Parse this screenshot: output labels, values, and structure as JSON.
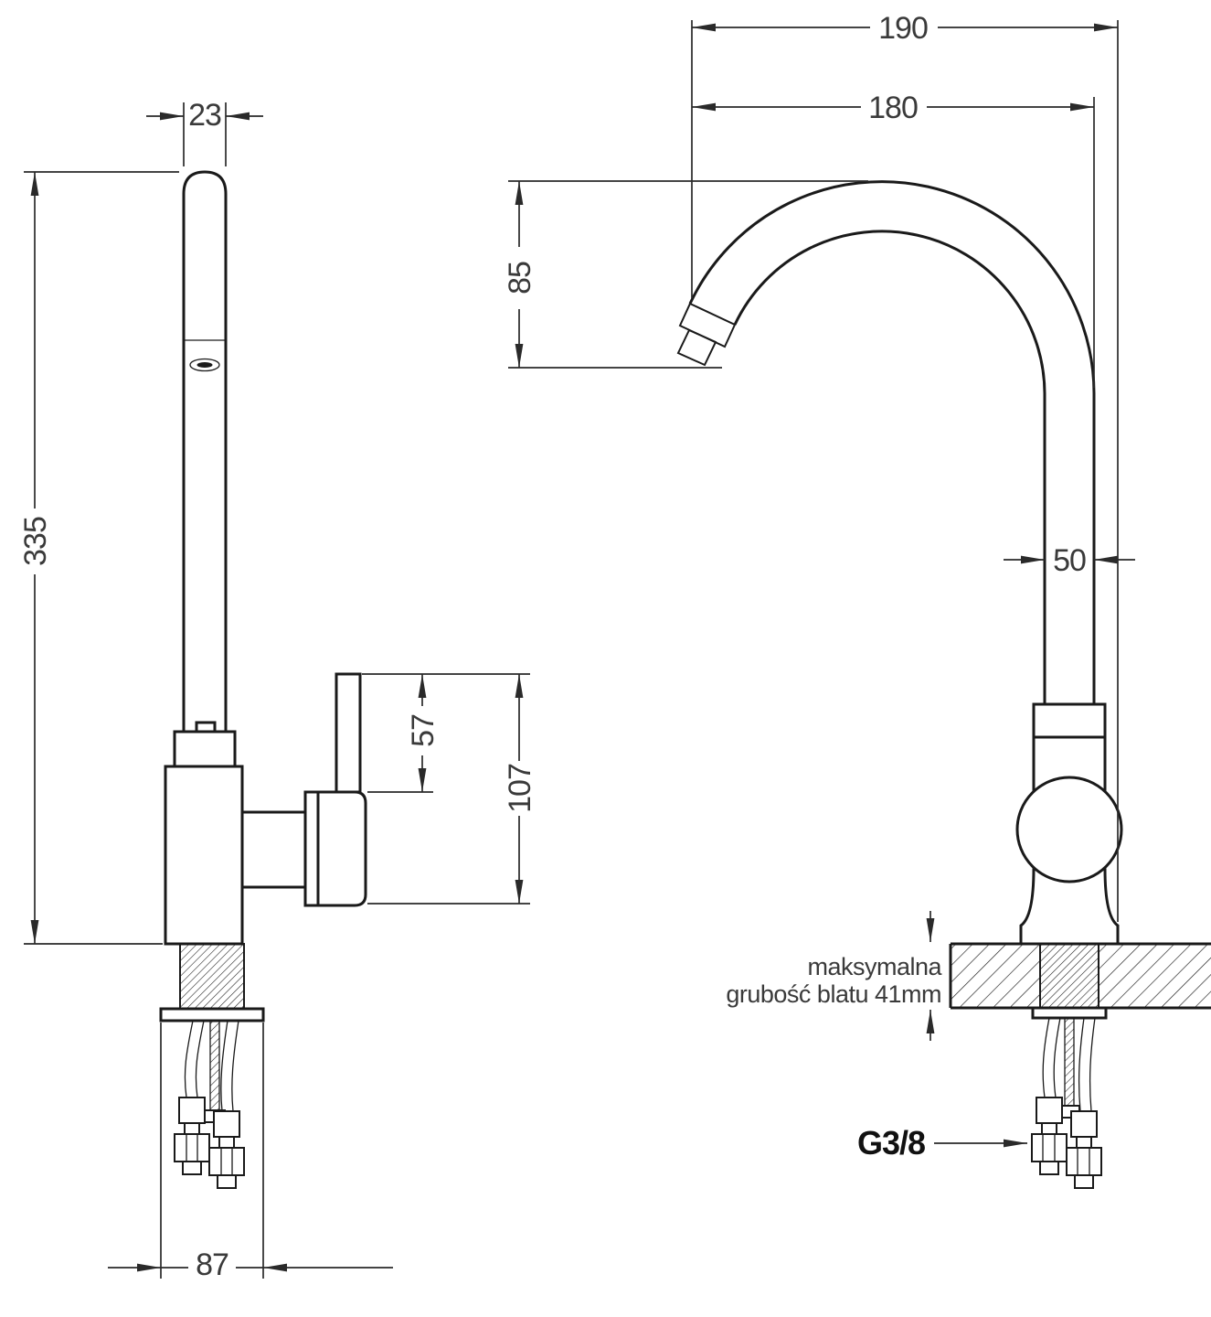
{
  "left_view": {
    "dim_pipe_width": "23",
    "dim_total_height": "335",
    "dim_lever_height": "57",
    "dim_handle_height": "107",
    "dim_base_width": "87"
  },
  "right_view": {
    "dim_overall_width": "190",
    "dim_spout_reach": "180",
    "dim_spout_drop": "85",
    "dim_body_width": "50",
    "note_line1": "maksymalna",
    "note_line2": "grubość blatu 41mm",
    "thread_label": "G3/8"
  },
  "colors": {
    "line": "#1a1a1a",
    "dimension_line": "#2a2a2a",
    "text": "#3a3a3a",
    "background": "#ffffff"
  }
}
